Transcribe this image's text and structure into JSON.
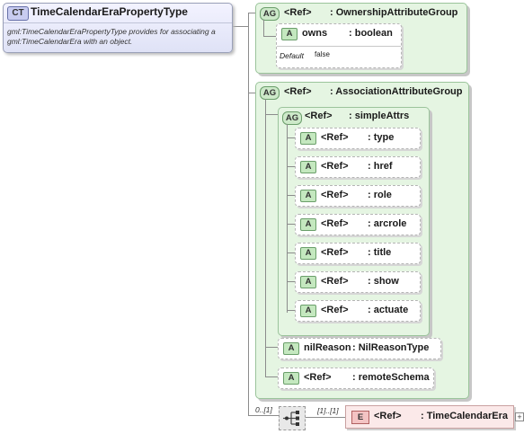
{
  "complex_type": {
    "badge": "CT",
    "name": "TimeCalendarEraPropertyType",
    "doc": "gml:TimeCalendarEraPropertyType provides for associating a\ngml:TimeCalendarEra with an object."
  },
  "ownership_group": {
    "badge": "AG",
    "ref": "<Ref>",
    "name": ": OwnershipAttributeGroup",
    "attr": {
      "badge": "A",
      "name": "owns",
      "type": ": boolean",
      "default_label": "Default",
      "default_value": "false"
    }
  },
  "association_group": {
    "badge": "AG",
    "ref": "<Ref>",
    "name": ": AssociationAttributeGroup",
    "simple_attrs": {
      "badge": "AG",
      "ref": "<Ref>",
      "name": ": simpleAttrs",
      "items": [
        {
          "badge": "A",
          "ref": "<Ref>",
          "name": ": type"
        },
        {
          "badge": "A",
          "ref": "<Ref>",
          "name": ": href"
        },
        {
          "badge": "A",
          "ref": "<Ref>",
          "name": ": role"
        },
        {
          "badge": "A",
          "ref": "<Ref>",
          "name": ": arcrole"
        },
        {
          "badge": "A",
          "ref": "<Ref>",
          "name": ": title"
        },
        {
          "badge": "A",
          "ref": "<Ref>",
          "name": ": show"
        },
        {
          "badge": "A",
          "ref": "<Ref>",
          "name": ": actuate"
        }
      ]
    },
    "nil_reason": {
      "badge": "A",
      "name": "nilReason",
      "type": ": NilReasonType"
    },
    "remote_schema": {
      "badge": "A",
      "ref": "<Ref>",
      "name": ": remoteSchema"
    }
  },
  "sequence": {
    "cardinality": "0..[1]",
    "child_cardinality": "[1]..[1]"
  },
  "element": {
    "badge": "E",
    "ref": "<Ref>",
    "name": ": TimeCalendarEra",
    "expand": "+"
  },
  "colors": {
    "group_fill": "#e5f5e2",
    "group_border": "#9bc49b",
    "ct_fill": "#dfe2f6",
    "element_fill": "#fbe9e9"
  }
}
